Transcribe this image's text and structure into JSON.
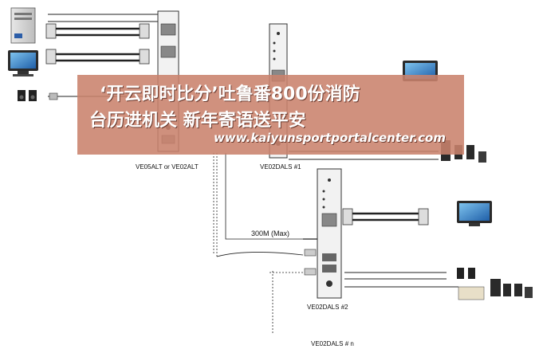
{
  "labels": {
    "unit_left": "VE05ALT or VE02ALT",
    "unit_mid": "VE02DALS #1",
    "unit_right": "VE02DALS #2",
    "unit_bottom": "VE02DALS # n",
    "distance": "300M (Max)"
  },
  "overlay": {
    "line1": "‘开云即时比分’吐鲁番800份消防",
    "line2": "台历进机关 新年寄语送平安",
    "url": "www.kaiyunsportportalcenter.com"
  },
  "colors": {
    "overlay_bg": "#c9826c",
    "overlay_text": "#ffffff"
  }
}
